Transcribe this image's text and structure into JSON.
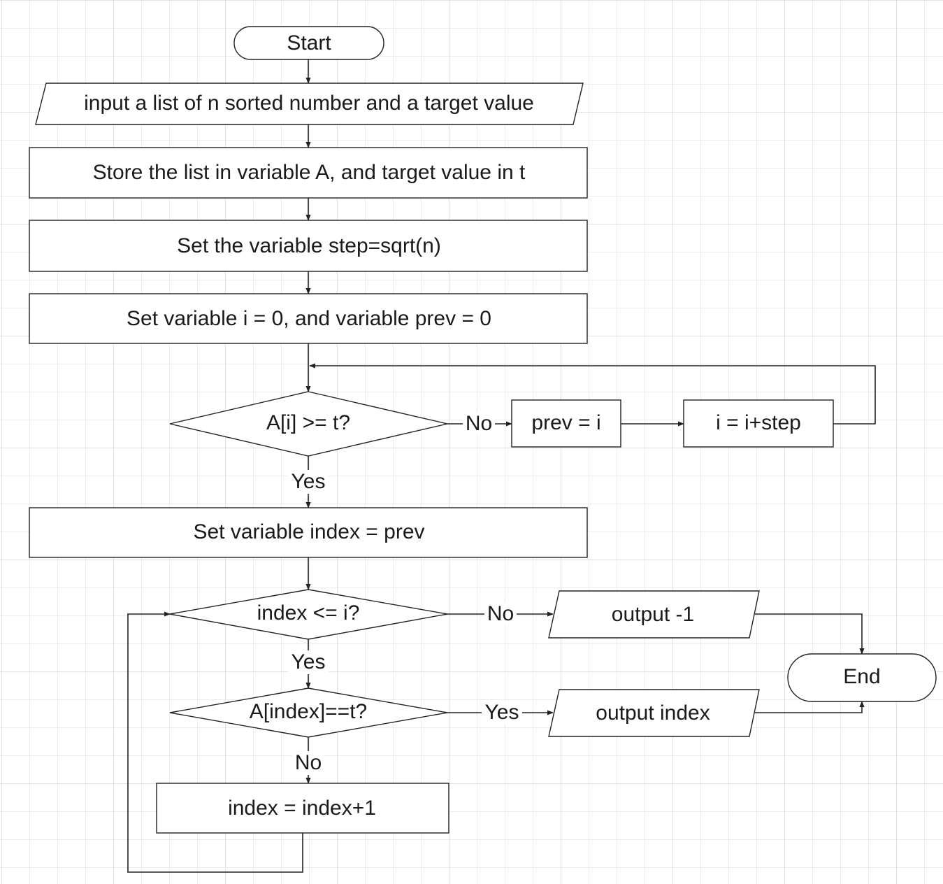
{
  "nodes": {
    "start": "Start",
    "input": "input a list of n sorted number and a target value",
    "store": "Store the list in variable A, and target value in t",
    "step": "Set the variable step=sqrt(n)",
    "init": "Set variable i = 0, and variable prev = 0",
    "cond_ai": "A[i] >= t?",
    "prev_eq_i": "prev = i",
    "i_step": "i = i+step",
    "set_index": "Set variable index = prev",
    "cond_index": "index <= i?",
    "output_neg": "output  -1",
    "end": "End",
    "cond_eq": "A[index]==t?",
    "output_index": "output  index",
    "inc_index": "index = index+1"
  },
  "edge_labels": {
    "cond_ai_no": "No",
    "cond_ai_yes": "Yes",
    "cond_index_no": "No",
    "cond_index_yes": "Yes",
    "cond_eq_yes": "Yes",
    "cond_eq_no": "No"
  },
  "colors": {
    "stroke": "#222222",
    "fill": "#ffffff",
    "grid": "#e2e2e2",
    "text": "#1a1a1a"
  }
}
